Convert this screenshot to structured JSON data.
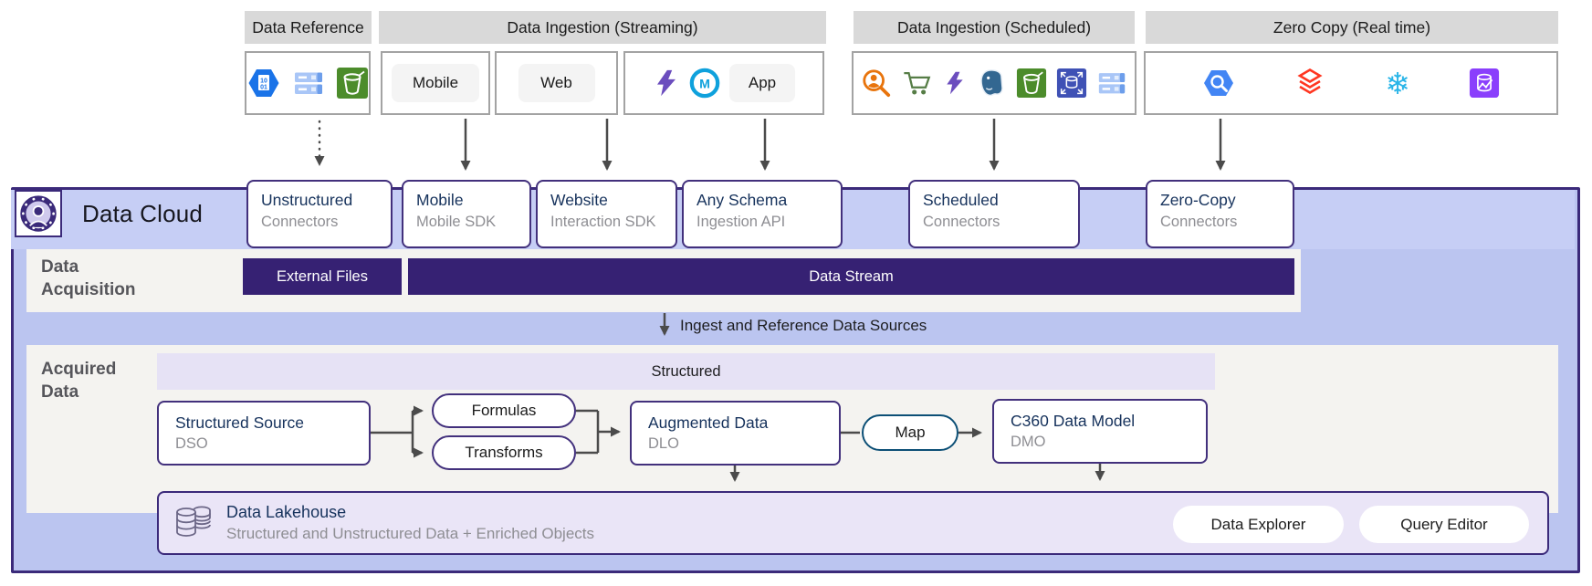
{
  "header_sections": [
    {
      "label": "Data Reference"
    },
    {
      "label": "Data Ingestion (Streaming)"
    },
    {
      "label": "Data Ingestion (Scheduled)"
    },
    {
      "label": "Zero Copy (Real time)"
    }
  ],
  "source_groups": {
    "data_reference_icons": [
      "binary-file-icon",
      "server-stack-icon",
      "s3-bucket-icon"
    ],
    "streaming_pills": {
      "mobile": "Mobile",
      "web": "Web",
      "app": "App"
    },
    "streaming_app_icons": [
      "lightning-bolt-icon",
      "mulesoft-icon"
    ],
    "scheduled_icons": [
      "search-person-icon",
      "shopping-cart-icon",
      "lightning-bolt-icon",
      "postgresql-icon",
      "s3-bucket-icon",
      "database-sync-icon",
      "server-stack-icon"
    ],
    "zero_copy_icons": [
      "bigquery-icon",
      "databricks-icon",
      "snowflake-icon",
      "redshift-icon"
    ]
  },
  "data_cloud": {
    "title": "Data Cloud",
    "acquisition_label": "Data Acquisition",
    "acquired_label": "Acquired Data",
    "ingest_label": "Ingest and Reference Data Sources"
  },
  "connectors": [
    {
      "title": "Unstructured",
      "subtitle": "Connectors"
    },
    {
      "title": "Mobile",
      "subtitle": "Mobile SDK"
    },
    {
      "title": "Website",
      "subtitle": "Interaction SDK"
    },
    {
      "title": "Any Schema",
      "subtitle": "Ingestion API"
    },
    {
      "title": "Scheduled",
      "subtitle": "Connectors"
    },
    {
      "title": "Zero-Copy",
      "subtitle": "Connectors"
    }
  ],
  "bars": {
    "external_files": "External Files",
    "data_stream": "Data Stream",
    "structured": "Structured"
  },
  "flow": {
    "dso": {
      "title": "Structured Source",
      "subtitle": "DSO"
    },
    "formulas": "Formulas",
    "transforms": "Transforms",
    "dlo": {
      "title": "Augmented Data",
      "subtitle": "DLO"
    },
    "map": "Map",
    "dmo": {
      "title": "C360 Data Model",
      "subtitle": "DMO"
    }
  },
  "lakehouse": {
    "title": "Data Lakehouse",
    "subtitle": "Structured and Unstructured Data + Enriched Objects",
    "buttons": [
      {
        "label": "Data Explorer"
      },
      {
        "label": "Query Editor"
      }
    ]
  },
  "colors": {
    "container_fill": "#BBC5F0",
    "container_border": "#3B2A7A",
    "dark_bar": "#362173",
    "node_border": "#42307C",
    "map_border": "#0C4F76",
    "title_navy": "#16325C",
    "subtitle_gray": "#8E8E93",
    "section_header_gray": "#D9D9D9",
    "panel_gray": "#F4F3F0",
    "structured_lavender": "#E6E2F5",
    "lakehouse_lavender": "#EAE5F7",
    "arrow_gray": "#4B4B4B"
  }
}
